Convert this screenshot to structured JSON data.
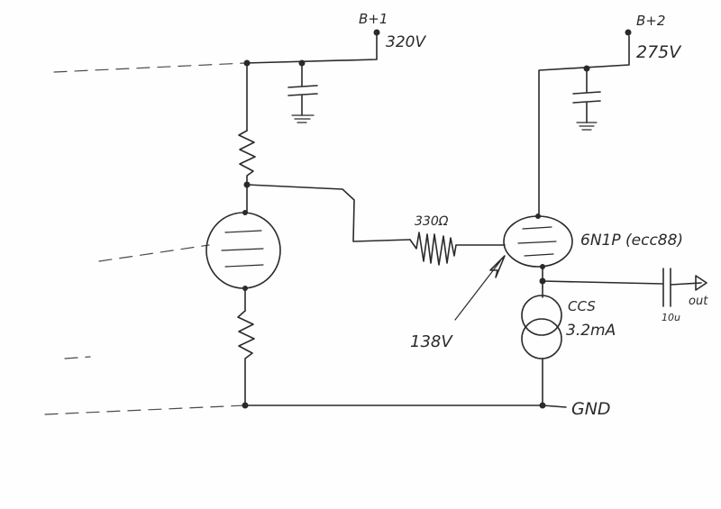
{
  "labels": {
    "bplus1": "B+1",
    "v1": "320V",
    "bplus2": "B+2",
    "v2": "275V",
    "resistor": "330Ω",
    "tube": "6N1P (ecc88)",
    "grid_voltage": "138V",
    "ccs_name": "CCS",
    "ccs_current": "3.2mA",
    "cap": "10u",
    "out": "out",
    "gnd": "GND"
  }
}
